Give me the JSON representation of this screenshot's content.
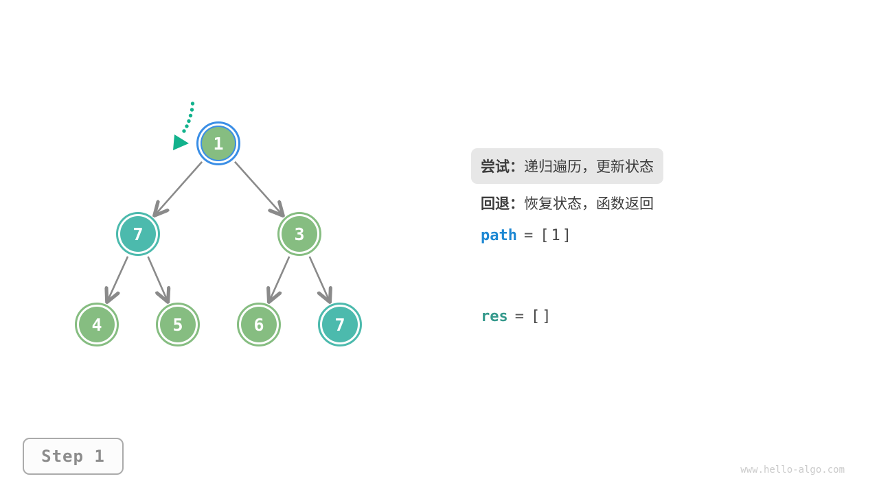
{
  "figure": {
    "topic": "binary-tree backtracking step visualization"
  },
  "tree": {
    "nodes": [
      {
        "value": "1",
        "state": "current-highlight-blue-ring",
        "fill": "green"
      },
      {
        "value": "7",
        "state": "value-seven-highlight",
        "fill": "teal"
      },
      {
        "value": "3",
        "state": "default",
        "fill": "green"
      },
      {
        "value": "4",
        "state": "default",
        "fill": "green"
      },
      {
        "value": "5",
        "state": "default",
        "fill": "green"
      },
      {
        "value": "6",
        "state": "default",
        "fill": "green"
      },
      {
        "value": "7",
        "state": "value-seven-highlight",
        "fill": "teal"
      }
    ],
    "edges_by_index": [
      [
        0,
        1
      ],
      [
        0,
        2
      ],
      [
        1,
        3
      ],
      [
        1,
        4
      ],
      [
        2,
        5
      ],
      [
        2,
        6
      ]
    ]
  },
  "panel": {
    "try_label": "尝试：",
    "try_text": "递归遍历，更新状态",
    "back_label": "回退：",
    "back_text": "恢复状态，函数返回",
    "path_name": "path",
    "path_eq": "=",
    "path_value": "[1]",
    "res_name": "res",
    "res_eq": "=",
    "res_value": "[]"
  },
  "step_badge": {
    "label": "Step 1"
  },
  "watermark": {
    "text": "www.hello-algo.com"
  },
  "palette": {
    "node_green": "#86BD81",
    "node_teal": "#4CBAAD",
    "current_ring_blue": "#3A8EE6",
    "edge_gray": "#8A8A8A",
    "pointer_arrow_teal": "#12B28C",
    "text_dark": "#3C3C3C",
    "path_blue": "#1E88D3",
    "res_teal": "#35998C",
    "try_box_bg": "#E7E7E7",
    "badge_border": "#ABABAB",
    "badge_text": "#8C8C8C",
    "watermark_gray": "#CBCBCB"
  }
}
